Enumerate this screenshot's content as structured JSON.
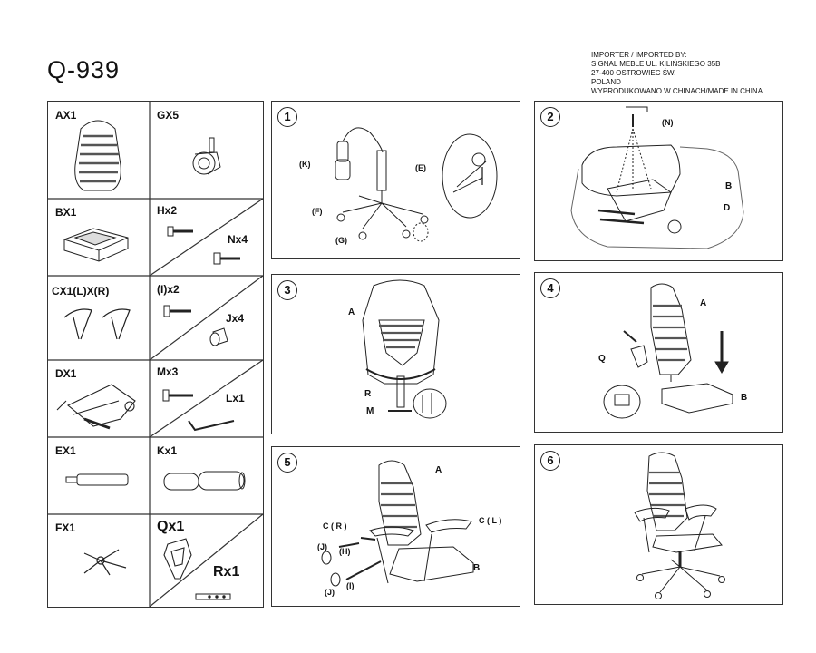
{
  "model": "Q-939",
  "importer": {
    "lines": [
      "IMPORTER / IMPORTED BY:",
      "SIGNAL MEBLE  UL. KILIŃSKIEGO 35B",
      "27-400 OSTROWIEC ŚW.",
      "POLAND",
      "WYPRODUKOWANO W CHINACH/MADE IN CHINA"
    ]
  },
  "parts": {
    "ax": "AX1",
    "gx": "GX5",
    "bx": "BX1",
    "hx": "Hx2",
    "nx": "Nx4",
    "cx": "CX1(L)X(R)",
    "ix": "(I)x2",
    "jx": "Jx4",
    "dx": "DX1",
    "mx": "Mx3",
    "lx": "Lx1",
    "ex": "EX1",
    "kx": "Kx1",
    "fx": "FX1",
    "qx": "Qx1",
    "rx": "Rx1"
  },
  "steps": {
    "s1": {
      "num": "1",
      "k": "(K)",
      "e": "(E)",
      "f": "(F)",
      "g": "(G)"
    },
    "s2": {
      "num": "2",
      "n": "(N)",
      "b": "B",
      "d": "D"
    },
    "s3": {
      "num": "3",
      "a": "A",
      "r": "R",
      "m": "M"
    },
    "s4": {
      "num": "4",
      "a": "A",
      "q": "Q",
      "b": "B"
    },
    "s5": {
      "num": "5",
      "a": "A",
      "cr": "C ( R )",
      "cl": "C ( L )",
      "h": "(H)",
      "j1": "(J)",
      "j2": "(J)",
      "i": "(I)",
      "b": "B"
    },
    "s6": {
      "num": "6"
    }
  }
}
